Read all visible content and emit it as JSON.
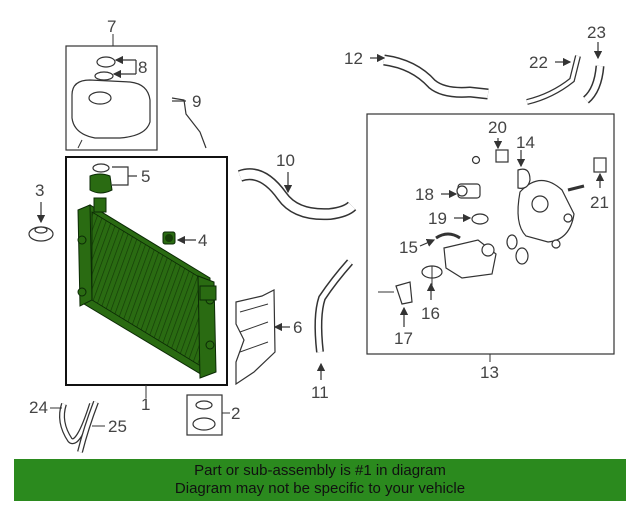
{
  "callouts": {
    "c1": "1",
    "c2": "2",
    "c3": "3",
    "c4": "4",
    "c5": "5",
    "c6": "6",
    "c7": "7",
    "c8": "8",
    "c9": "9",
    "c10": "10",
    "c11": "11",
    "c12": "12",
    "c13": "13",
    "c14": "14",
    "c15": "15",
    "c16": "16",
    "c17": "17",
    "c18": "18",
    "c19": "19",
    "c20": "20",
    "c21": "21",
    "c22": "22",
    "c23": "23",
    "c24": "24",
    "c25": "25"
  },
  "banner": {
    "line1": "Part or sub-assembly is #1 in diagram",
    "line2": "Diagram may not be specific to your vehicle"
  },
  "colors": {
    "highlight_part": "#2a6b12",
    "banner_bg": "#2b8a1e"
  }
}
